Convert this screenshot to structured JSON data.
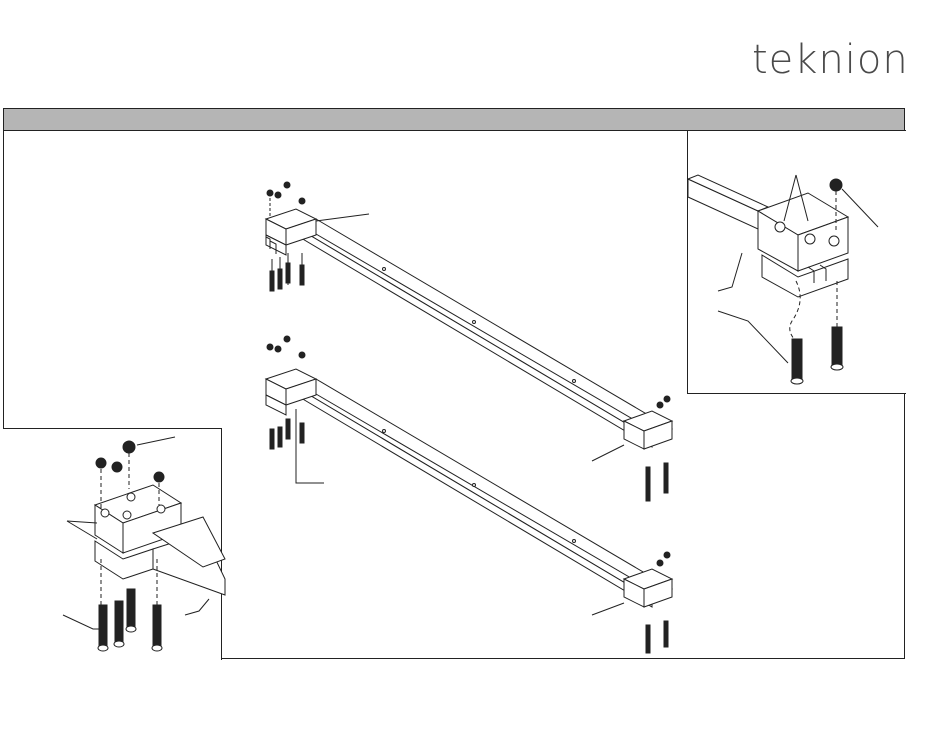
{
  "brand": {
    "logo_text": "teknion",
    "logo_color": "#4a4a4a"
  },
  "header": {
    "title": "",
    "bar_color": "#b5b5b5"
  },
  "diagram": {
    "components": [
      {
        "name": "beam-assembly-upper",
        "parts": [
          "bracket-left",
          "rail",
          "bolts",
          "nuts"
        ]
      },
      {
        "name": "beam-assembly-lower",
        "parts": [
          "bracket-left",
          "rail",
          "bracket-right",
          "bolts",
          "nuts"
        ]
      },
      {
        "name": "detail-view-right",
        "parts": [
          "bracket",
          "nut",
          "bolts"
        ]
      },
      {
        "name": "detail-view-left",
        "parts": [
          "bracket",
          "nut",
          "bolts"
        ]
      }
    ],
    "line_color": "#222222"
  }
}
